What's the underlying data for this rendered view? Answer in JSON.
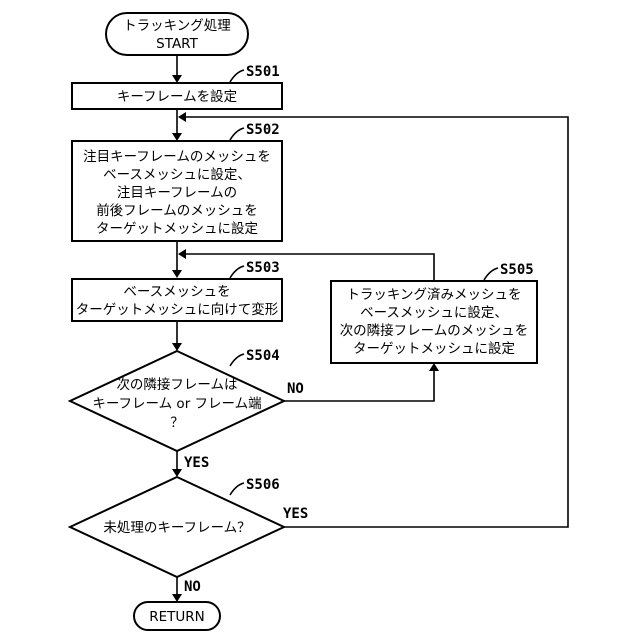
{
  "start": {
    "line1": "トラッキング処理",
    "line2": "START"
  },
  "s501": {
    "step": "S501",
    "text": "キーフレームを設定"
  },
  "s502": {
    "step": "S502",
    "lines": [
      "注目キーフレームのメッシュを",
      "ベースメッシュに設定、",
      "注目キーフレームの",
      "前後フレームのメッシュを",
      "ターゲットメッシュに設定"
    ]
  },
  "s503": {
    "step": "S503",
    "lines": [
      "ベースメッシュを",
      "ターゲットメッシュに向けて変形"
    ]
  },
  "s504": {
    "step": "S504",
    "lines": [
      "次の隣接フレームは",
      "キーフレーム or フレーム端",
      "？"
    ],
    "no_label": "NO",
    "yes_label": "YES"
  },
  "s505": {
    "step": "S505",
    "lines": [
      "トラッキング済みメッシュを",
      "ベースメッシュに設定、",
      "次の隣接フレームのメッシュを",
      "ターゲットメッシュに設定"
    ]
  },
  "s506": {
    "step": "S506",
    "text": "未処理のキーフレーム？",
    "yes_label": "YES",
    "no_label": "NO"
  },
  "end": {
    "text": "RETURN"
  }
}
